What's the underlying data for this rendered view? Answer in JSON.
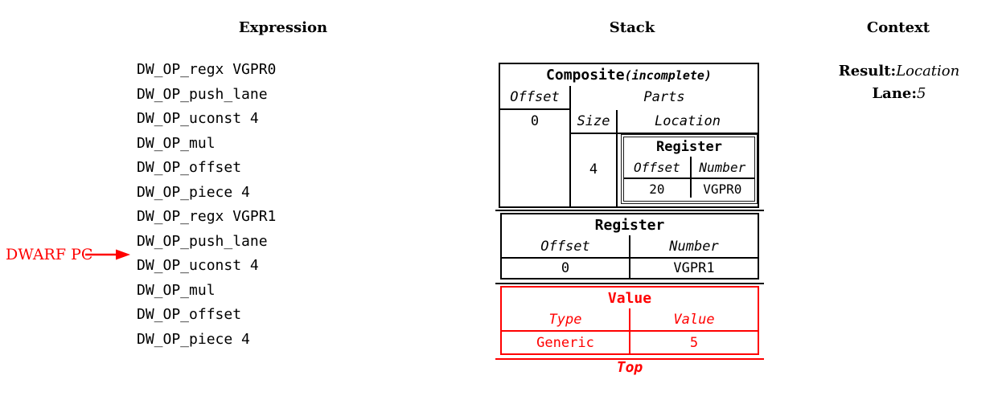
{
  "expression": {
    "header": "Expression",
    "ops": [
      "DW_OP_regx VGPR0",
      "DW_OP_push_lane",
      "DW_OP_uconst 4",
      "DW_OP_mul",
      "DW_OP_offset",
      "DW_OP_piece 4",
      "DW_OP_regx VGPR1",
      "DW_OP_push_lane",
      "DW_OP_uconst 4",
      "DW_OP_mul",
      "DW_OP_offset",
      "DW_OP_piece 4"
    ],
    "pc": {
      "label": "DWARF PC",
      "points_between_rows": [
        8,
        9
      ]
    }
  },
  "stack": {
    "header": "Stack",
    "top_label": "Top",
    "entries": [
      {
        "type": "composite",
        "title": "Composite",
        "annotation": "(incomplete)",
        "offset_header": "Offset",
        "offset_value": "0",
        "parts_header": "Parts",
        "size_header": "Size",
        "location_header": "Location",
        "parts": [
          {
            "size": "4",
            "location": {
              "title": "Register",
              "offset_header": "Offset",
              "number_header": "Number",
              "offset_value": "20",
              "number_value": "VGPR0"
            }
          }
        ]
      },
      {
        "type": "register",
        "title": "Register",
        "offset_header": "Offset",
        "number_header": "Number",
        "offset_value": "0",
        "number_value": "VGPR1"
      },
      {
        "type": "value",
        "highlighted": true,
        "title": "Value",
        "type_header": "Type",
        "value_header": "Value",
        "type_value": "Generic",
        "value_value": "5"
      }
    ]
  },
  "context": {
    "header": "Context",
    "fields": [
      {
        "label": "Result:",
        "value": "Location"
      },
      {
        "label": "Lane:",
        "value": "5"
      }
    ]
  },
  "colors": {
    "text": "#000000",
    "border": "#000000",
    "highlight_red": "#ff0000",
    "background": "#ffffff"
  }
}
